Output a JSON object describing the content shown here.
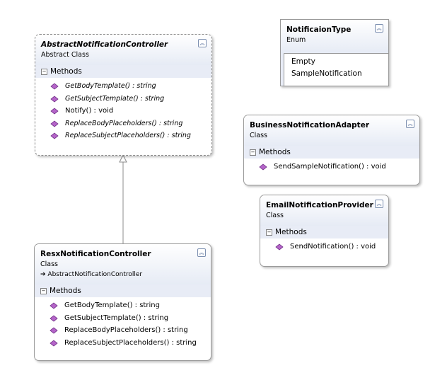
{
  "abstract_controller": {
    "name": "AbstractNotificationController",
    "kind": "Abstract Class",
    "section": "Methods",
    "methods": [
      "GetBodyTemplate() : string",
      "GetSubjectTemplate() : string",
      "Notify() : void",
      "ReplaceBodyPlaceholders() : string",
      "ReplaceSubjectPlaceholders() : string"
    ]
  },
  "notification_type": {
    "name": "NotificaionType",
    "kind": "Enum",
    "values": [
      "Empty",
      "SampleNotification"
    ]
  },
  "business_adapter": {
    "name": "BusinessNotificationAdapter",
    "kind": "Class",
    "section": "Methods",
    "methods": [
      "SendSampleNotification() : void"
    ]
  },
  "email_provider": {
    "name": "EmailNotificationProvider",
    "kind": "Class",
    "section": "Methods",
    "methods": [
      "SendNotification() : void"
    ]
  },
  "resx_controller": {
    "name": "ResxNotificationController",
    "kind": "Class",
    "base": "AbstractNotificationController",
    "section": "Methods",
    "methods": [
      "GetBodyTemplate() : string",
      "GetSubjectTemplate() : string",
      "ReplaceBodyPlaceholders() : string",
      "ReplaceSubjectPlaceholders() : string"
    ]
  }
}
